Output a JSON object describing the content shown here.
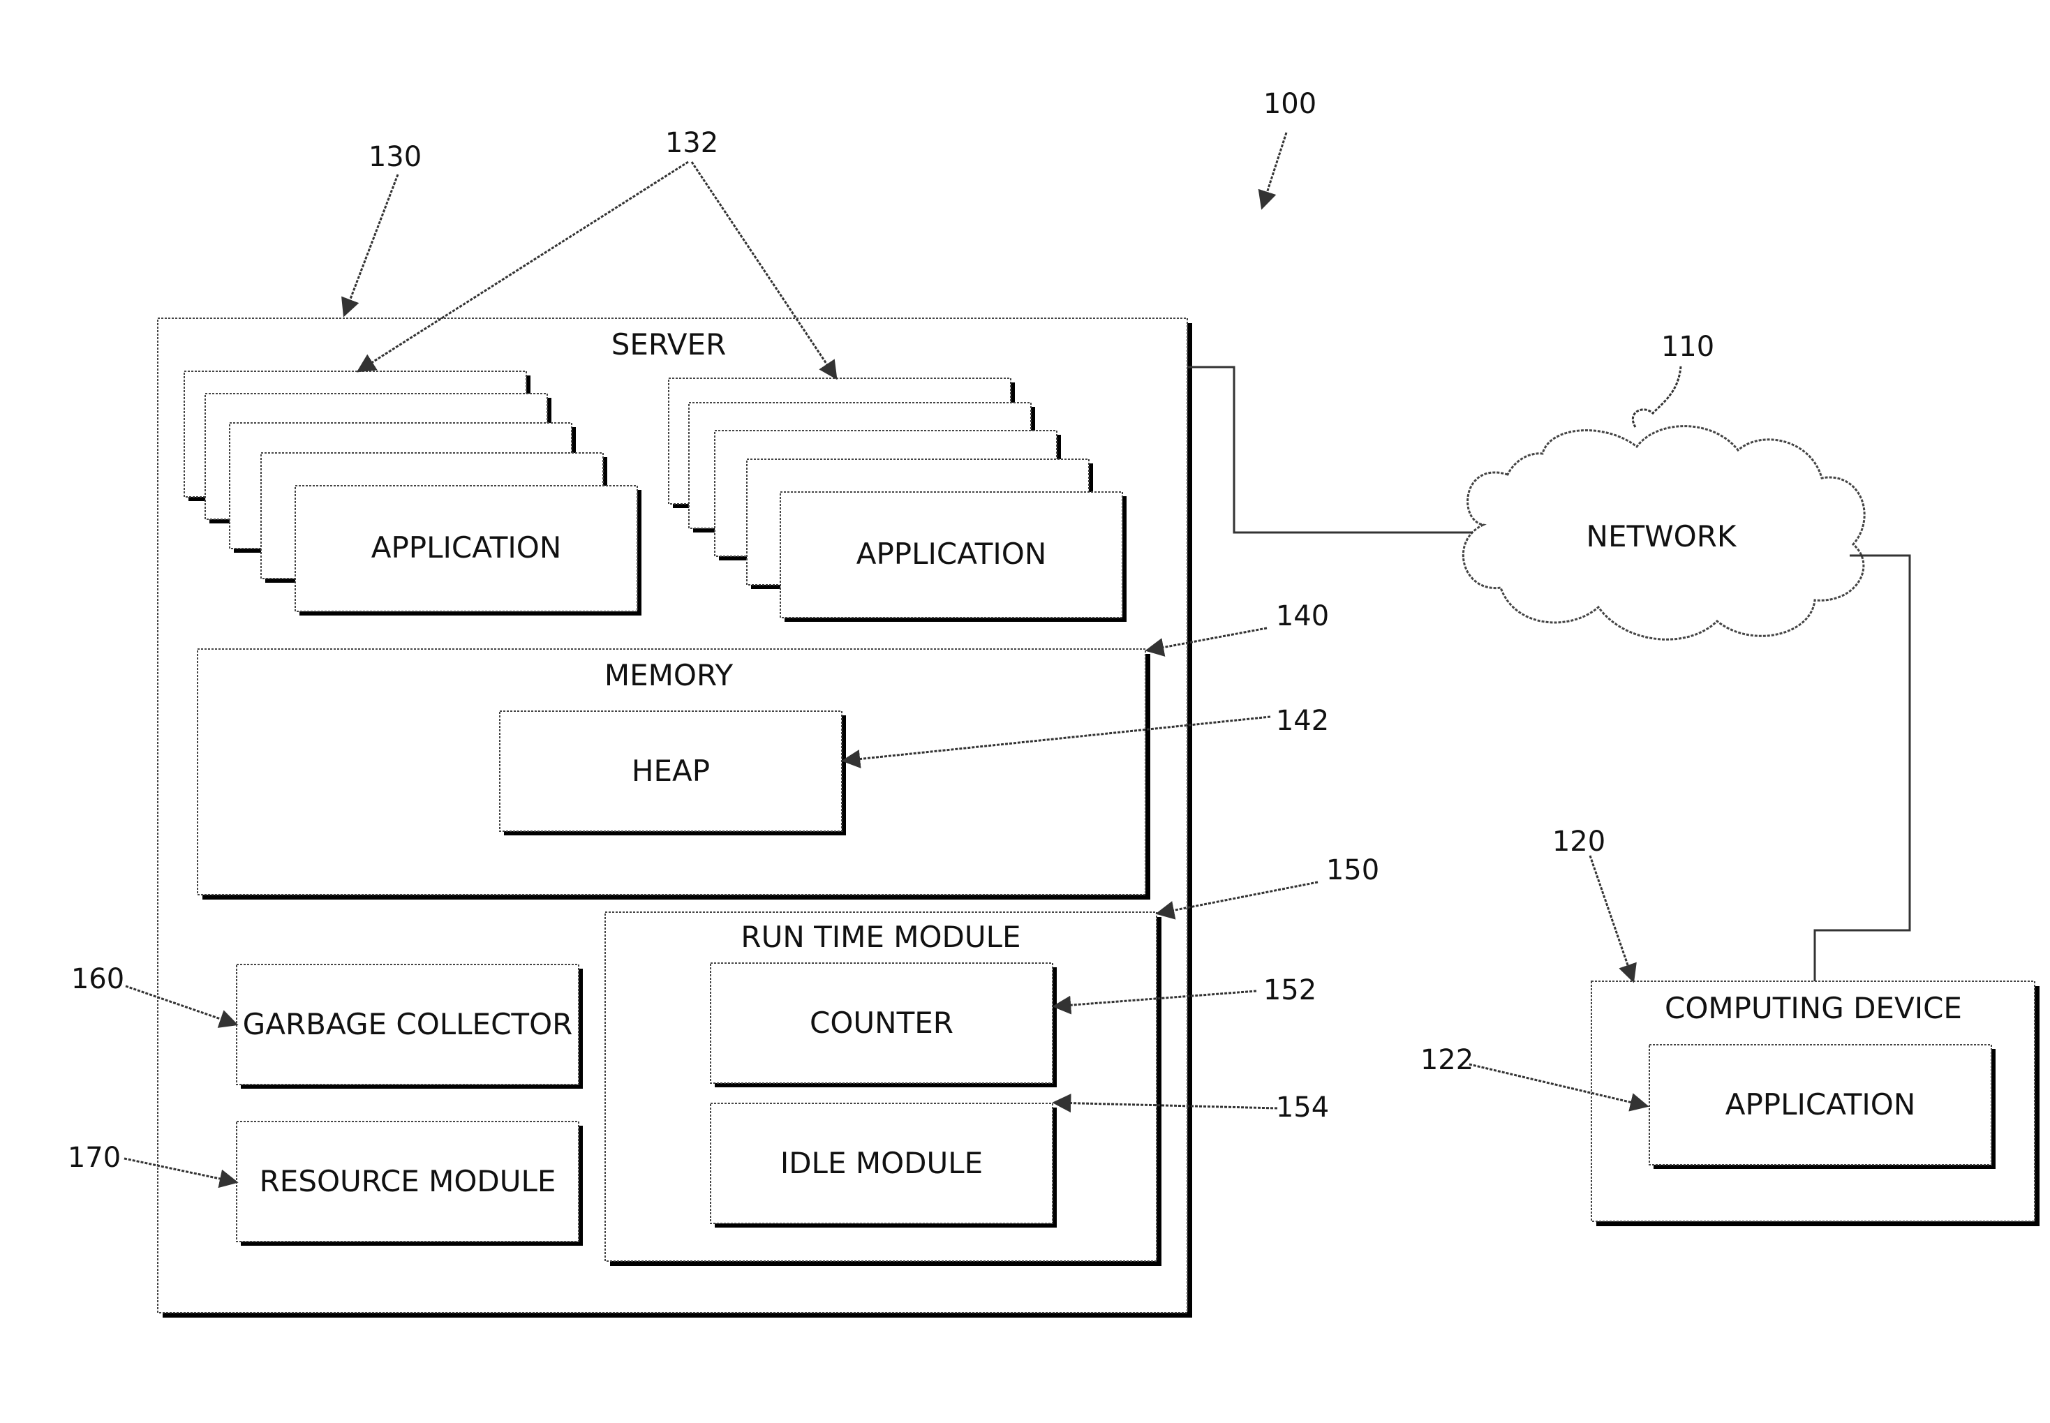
{
  "figure_number": "100",
  "server": {
    "ref": "130",
    "title": "SERVER",
    "applications_ref": "132",
    "application_label_left": "APPLICATION",
    "application_label_right": "APPLICATION",
    "memory": {
      "ref": "140",
      "title": "MEMORY",
      "heap": {
        "ref": "142",
        "label": "HEAP"
      }
    },
    "run_time_module": {
      "ref": "150",
      "title": "RUN TIME MODULE",
      "counter": {
        "ref": "152",
        "label": "COUNTER"
      },
      "idle_module": {
        "ref": "154",
        "label": "IDLE MODULE"
      }
    },
    "garbage_collector": {
      "ref": "160",
      "label": "GARBAGE COLLECTOR"
    },
    "resource_module": {
      "ref": "170",
      "label": "RESOURCE MODULE"
    }
  },
  "network": {
    "ref": "110",
    "label": "NETWORK"
  },
  "computing_device": {
    "ref": "120",
    "title": "COMPUTING DEVICE",
    "application": {
      "ref": "122",
      "label": "APPLICATION"
    }
  },
  "colors": {
    "line": "#333333",
    "shadow": "#000000",
    "background": "#ffffff"
  }
}
